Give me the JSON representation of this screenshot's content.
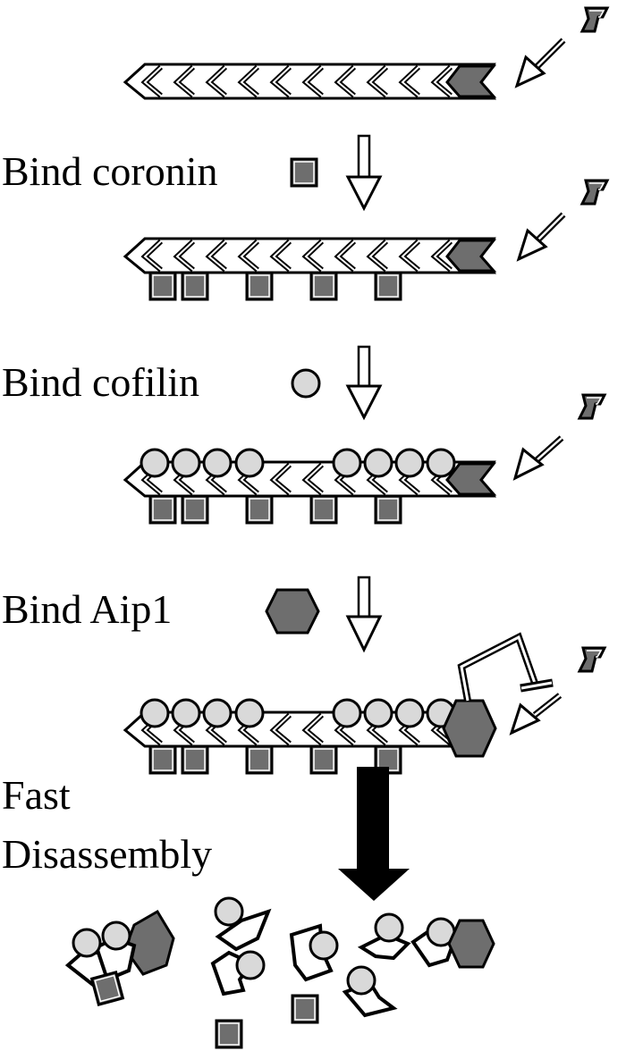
{
  "labels": {
    "step_coronin": "Bind coronin",
    "step_cofilin": "Bind cofilin",
    "step_aip1": "Bind Aip1",
    "fast": "Fast",
    "disassembly": "Disassembly"
  },
  "colors": {
    "actin_fill": "#ffffff",
    "barbed_end_fill": "#6e6e6e",
    "coronin_fill": "#6e6e6e",
    "cofilin_fill": "#d9d9d9",
    "aip1_fill": "#6e6e6e",
    "stroke": "#000000"
  },
  "icons": {
    "coronin": "gray-square",
    "cofilin": "light-gray-circle",
    "aip1": "gray-hexagon",
    "actin_monomer": "chevron-subunit",
    "step_arrow": "down-arrow-outline",
    "disassembly_arrow": "down-arrow-solid",
    "blocking_bracket": "inhibition-bracket"
  }
}
